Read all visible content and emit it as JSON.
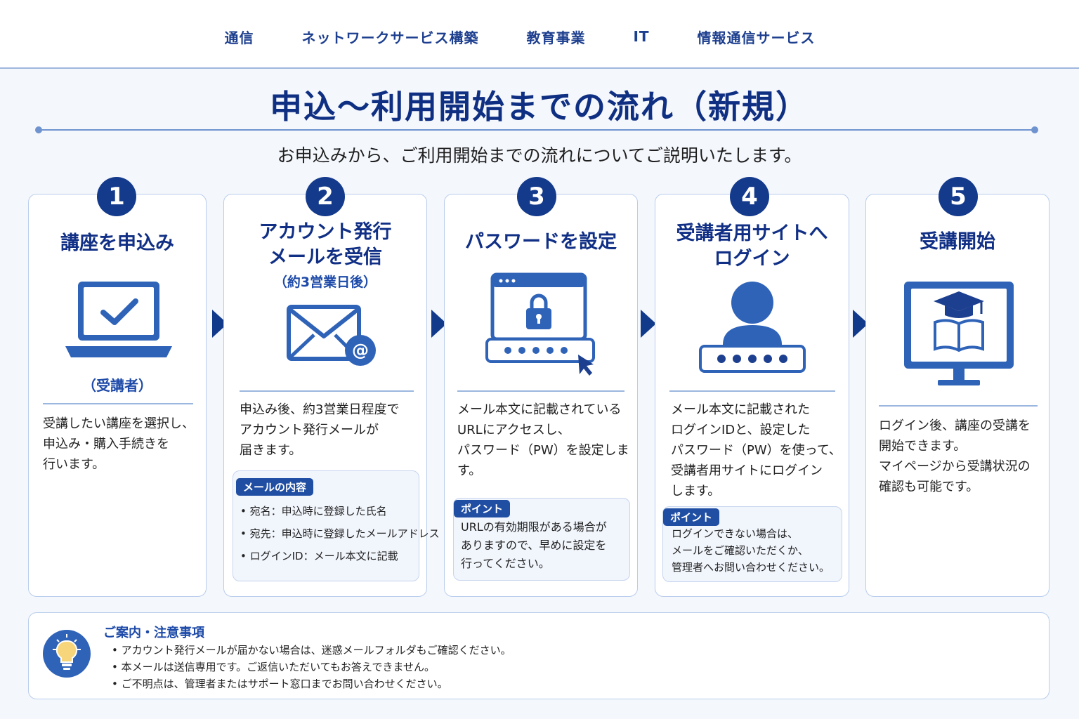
{
  "nav": {
    "items": [
      "通信",
      "ネットワークサービス構築",
      "教育事業",
      "IT",
      "情報通信サービス"
    ]
  },
  "header": {
    "title": "申込〜利用開始までの流れ（新規）",
    "subtitle": "お申込みから、ご利用開始までの流れについてご説明いたします。"
  },
  "steps": [
    {
      "number": "1",
      "title": "講座を申込み",
      "sub": "（受講者）",
      "icon": "laptop-check-icon",
      "desc": "受講したい講座を選択し、\n申込み・購入手続きを\n行います。"
    },
    {
      "number": "2",
      "title": "アカウント発行\nメールを受信",
      "sub": "（約3営業日後）",
      "icon": "envelope-at-icon",
      "desc": "申込み後、約3営業日程度で\nアカウント発行メールが\n届きます。",
      "box_label": "メールの内容",
      "box_items": [
        "• 宛名：申込時に登録した氏名",
        "• 宛先：申込時に登録したメールアドレス",
        "• ログインID：メール本文に記載"
      ]
    },
    {
      "number": "3",
      "title": "パスワードを設定",
      "icon": "browser-lock-password-icon",
      "desc": "メール本文に記載されている\nURLにアクセスし、\nパスワード（PW）を設定します。",
      "box_label": "ポイント",
      "box_text": "URLの有効期限がある場合が\nありますので、早めに設定を\n行ってください。"
    },
    {
      "number": "4",
      "title": "受講者用サイトへ\nログイン",
      "icon": "user-password-icon",
      "desc": "メール本文に記載された\nログインIDと、設定した\nパスワード（PW）を使って、\n受講者用サイトにログイン\nします。",
      "box_label": "ポイント",
      "box_text": "ログインできない場合は、\nメールをご確認いただくか、\n管理者へお問い合わせください。"
    },
    {
      "number": "5",
      "title": "受講開始",
      "icon": "monitor-graduation-icon",
      "desc": "ログイン後、講座の受講を\n開始できます。\nマイページから受講状況の\n確認も可能です。"
    }
  ],
  "notice": {
    "title": "ご案内・注意事項",
    "icon": "lightbulb-icon",
    "items": [
      "アカウント発行メールが届かない場合は、迷惑メールフォルダもご確認ください。",
      "本メールは送信専用です。ご返信いただいてもお答えできません。",
      "ご不明点は、管理者またはサポート窓口までお問い合わせください。"
    ]
  },
  "colors": {
    "primary": "#143a8c",
    "accent": "#2f63b8",
    "border": "#b9cdec",
    "background": "#f4f7fc"
  }
}
